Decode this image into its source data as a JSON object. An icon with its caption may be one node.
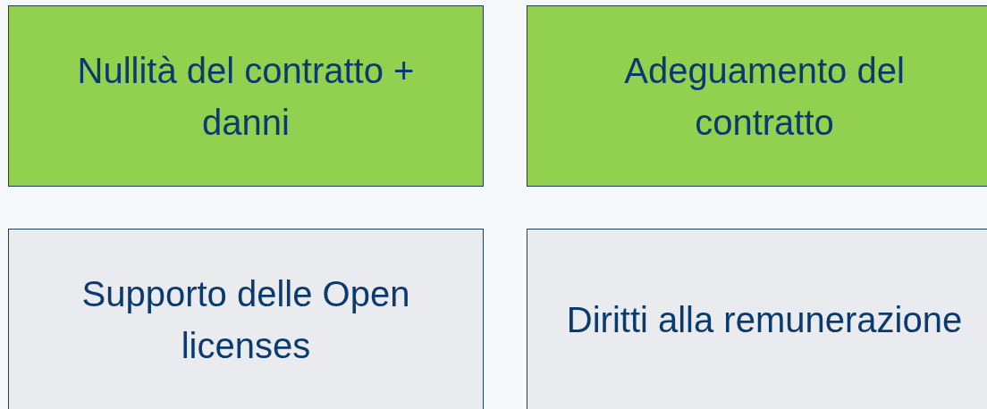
{
  "diagram": {
    "nodes": [
      {
        "text": [
          "Nullità del contratto + danni"
        ]
      },
      {
        "text": [
          "Adeguamento del contratto"
        ]
      },
      {
        "text": [
          "Supporto delle Open licenses"
        ]
      },
      {
        "text": [
          "Diritti alla remunerazione"
        ]
      }
    ]
  }
}
